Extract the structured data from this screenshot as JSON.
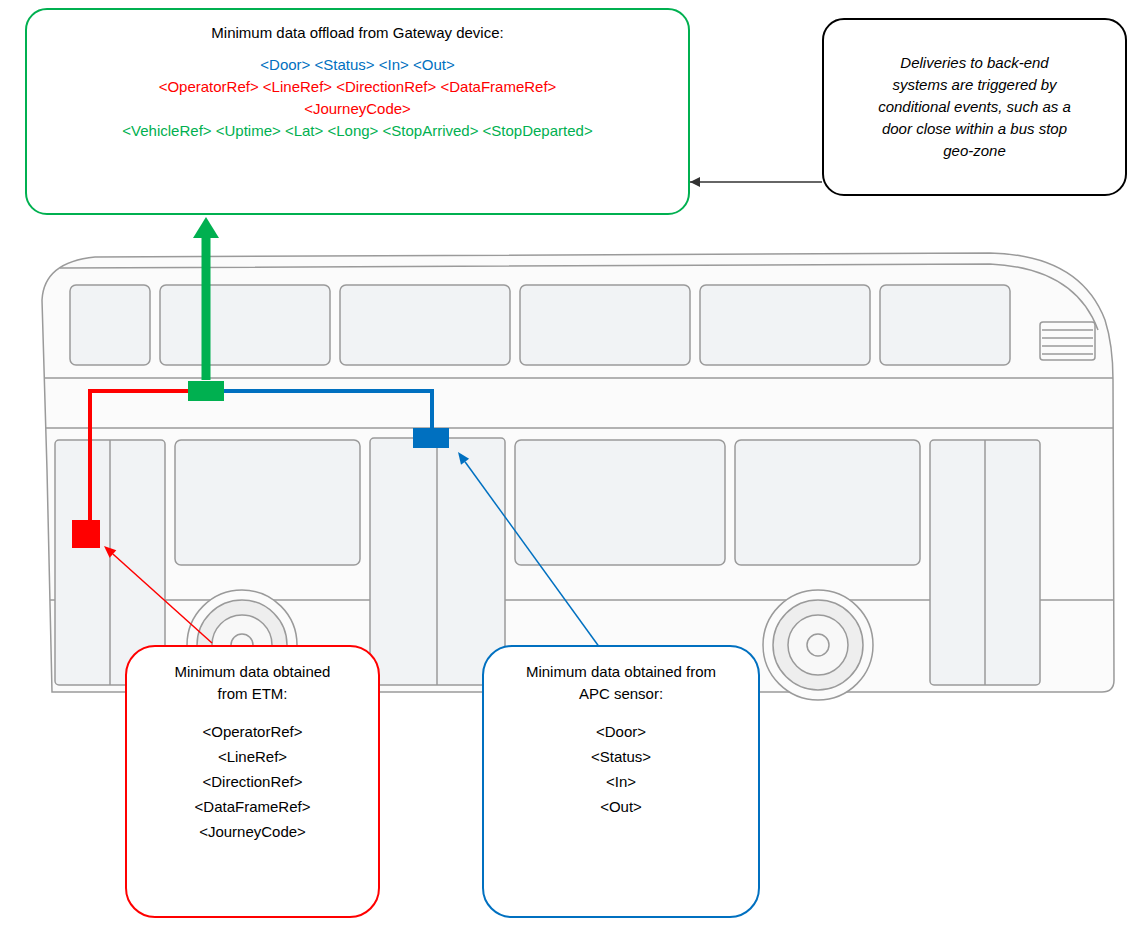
{
  "diagram": {
    "nodes": [
      {
        "text": [
          "Minimum data offload from Gateway device:",
          "<Door> <Status> <In> <Out>",
          "<OperatorRef> <LineRef> <DirectionRef> <DataFrameRef> <JourneyCode>",
          "<VehicleRef> <Uptime> <Lat> <Long> <StopArrived> <StopDeparted>"
        ]
      },
      {
        "text": [
          "Deliveries to back-end systems are triggered by conditional events, such as a door close within a bus stop geo-zone"
        ]
      },
      {
        "text": [
          "Minimum data obtained from ETM:",
          "<OperatorRef>",
          "<LineRef>",
          "<DirectionRef>",
          "<DataFrameRef>",
          "<JourneyCode>"
        ]
      },
      {
        "text": [
          "Minimum data obtained from APC sensor:",
          "<Door>",
          "<Status>",
          "<In>",
          "<Out>"
        ]
      }
    ],
    "edges": [
      {
        "from": 1,
        "to": 0,
        "arrow": "to"
      }
    ]
  }
}
